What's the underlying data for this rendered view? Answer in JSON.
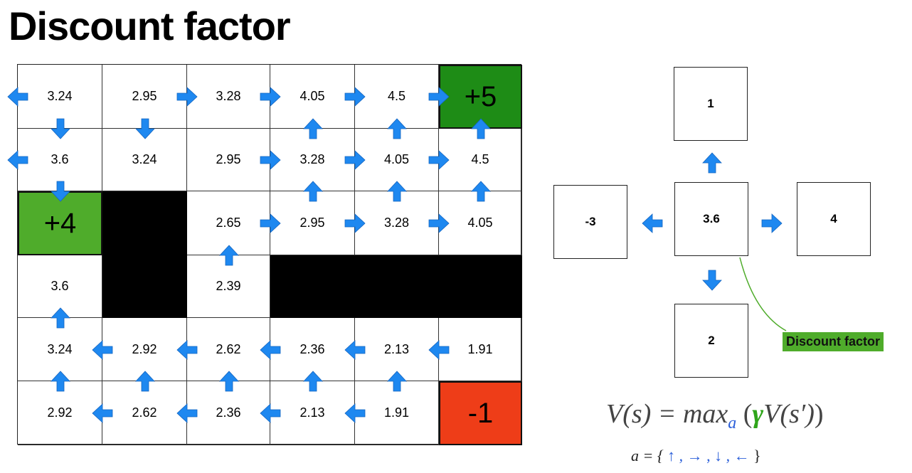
{
  "title": "Discount factor",
  "grid": {
    "rows": [
      [
        {
          "type": "value",
          "label": "3.24"
        },
        {
          "type": "value",
          "label": "2.95"
        },
        {
          "type": "value",
          "label": "3.28"
        },
        {
          "type": "value",
          "label": "4.05"
        },
        {
          "type": "value",
          "label": "4.5"
        },
        {
          "type": "goal5",
          "label": "+5"
        }
      ],
      [
        {
          "type": "value",
          "label": "3.6"
        },
        {
          "type": "value",
          "label": "3.24"
        },
        {
          "type": "value",
          "label": "2.95"
        },
        {
          "type": "value",
          "label": "3.28"
        },
        {
          "type": "value",
          "label": "4.05"
        },
        {
          "type": "value",
          "label": "4.5"
        }
      ],
      [
        {
          "type": "goal4",
          "label": "+4"
        },
        {
          "type": "wall",
          "label": ""
        },
        {
          "type": "value",
          "label": "2.65"
        },
        {
          "type": "value",
          "label": "2.95"
        },
        {
          "type": "value",
          "label": "3.28"
        },
        {
          "type": "value",
          "label": "4.05"
        }
      ],
      [
        {
          "type": "value",
          "label": "3.6"
        },
        {
          "type": "wall",
          "label": ""
        },
        {
          "type": "value",
          "label": "2.39"
        },
        {
          "type": "wall",
          "label": ""
        },
        {
          "type": "wall",
          "label": ""
        },
        {
          "type": "wall",
          "label": ""
        }
      ],
      [
        {
          "type": "value",
          "label": "3.24"
        },
        {
          "type": "value",
          "label": "2.92"
        },
        {
          "type": "value",
          "label": "2.62"
        },
        {
          "type": "value",
          "label": "2.36"
        },
        {
          "type": "value",
          "label": "2.13"
        },
        {
          "type": "value",
          "label": "1.91"
        }
      ],
      [
        {
          "type": "value",
          "label": "2.92"
        },
        {
          "type": "value",
          "label": "2.62"
        },
        {
          "type": "value",
          "label": "2.36"
        },
        {
          "type": "value",
          "label": "2.13"
        },
        {
          "type": "value",
          "label": "1.91"
        },
        {
          "type": "pit",
          "label": "-1"
        }
      ]
    ],
    "arrows": [
      {
        "row": 0,
        "col": 0,
        "dir": "left"
      },
      {
        "row": 0,
        "col": 1,
        "dir": "right"
      },
      {
        "row": 0,
        "col": 2,
        "dir": "right"
      },
      {
        "row": 0,
        "col": 3,
        "dir": "right"
      },
      {
        "row": 0,
        "col": 4,
        "dir": "right"
      },
      {
        "row": 0,
        "col": 0,
        "dir": "down"
      },
      {
        "row": 0,
        "col": 1,
        "dir": "down"
      },
      {
        "row": 1,
        "col": 3,
        "dir": "up"
      },
      {
        "row": 1,
        "col": 4,
        "dir": "up"
      },
      {
        "row": 1,
        "col": 5,
        "dir": "up"
      },
      {
        "row": 1,
        "col": 0,
        "dir": "left"
      },
      {
        "row": 1,
        "col": 2,
        "dir": "right"
      },
      {
        "row": 1,
        "col": 3,
        "dir": "right"
      },
      {
        "row": 1,
        "col": 4,
        "dir": "right"
      },
      {
        "row": 1,
        "col": 0,
        "dir": "down"
      },
      {
        "row": 2,
        "col": 3,
        "dir": "up"
      },
      {
        "row": 2,
        "col": 4,
        "dir": "up"
      },
      {
        "row": 2,
        "col": 5,
        "dir": "up"
      },
      {
        "row": 2,
        "col": 2,
        "dir": "right"
      },
      {
        "row": 2,
        "col": 3,
        "dir": "right"
      },
      {
        "row": 2,
        "col": 4,
        "dir": "right"
      },
      {
        "row": 3,
        "col": 2,
        "dir": "up"
      },
      {
        "row": 4,
        "col": 0,
        "dir": "up"
      },
      {
        "row": 4,
        "col": 1,
        "dir": "left"
      },
      {
        "row": 4,
        "col": 2,
        "dir": "left"
      },
      {
        "row": 4,
        "col": 3,
        "dir": "left"
      },
      {
        "row": 4,
        "col": 4,
        "dir": "left"
      },
      {
        "row": 4,
        "col": 5,
        "dir": "left"
      },
      {
        "row": 5,
        "col": 0,
        "dir": "up"
      },
      {
        "row": 5,
        "col": 1,
        "dir": "up"
      },
      {
        "row": 5,
        "col": 2,
        "dir": "up"
      },
      {
        "row": 5,
        "col": 3,
        "dir": "up"
      },
      {
        "row": 5,
        "col": 4,
        "dir": "up"
      },
      {
        "row": 5,
        "col": 1,
        "dir": "left"
      },
      {
        "row": 5,
        "col": 2,
        "dir": "left"
      },
      {
        "row": 5,
        "col": 3,
        "dir": "left"
      },
      {
        "row": 5,
        "col": 4,
        "dir": "left"
      }
    ]
  },
  "neighbors": {
    "top": "1",
    "left": "-3",
    "center": "3.6",
    "right": "4",
    "bottom": "2",
    "arrows": [
      "up",
      "left",
      "right",
      "down"
    ]
  },
  "callout": "Discount factor",
  "formula": {
    "lhs": "V(s) = ",
    "max": "max",
    "sub": "a",
    "open": " (",
    "gamma": "γ",
    "rest": "V(s′)",
    "close": ")"
  },
  "actions": {
    "prefix": "a = { ",
    "set": "↑ , → , ↓ , ←",
    "suffix": " }"
  },
  "colors": {
    "arrow": "#1e88f0",
    "goal5": "#1e8c16",
    "goal4": "#4fac2b",
    "pit": "#ee3d18",
    "callout": "#4fac2b"
  },
  "icons": {
    "arrow": "block-arrow-icon"
  }
}
